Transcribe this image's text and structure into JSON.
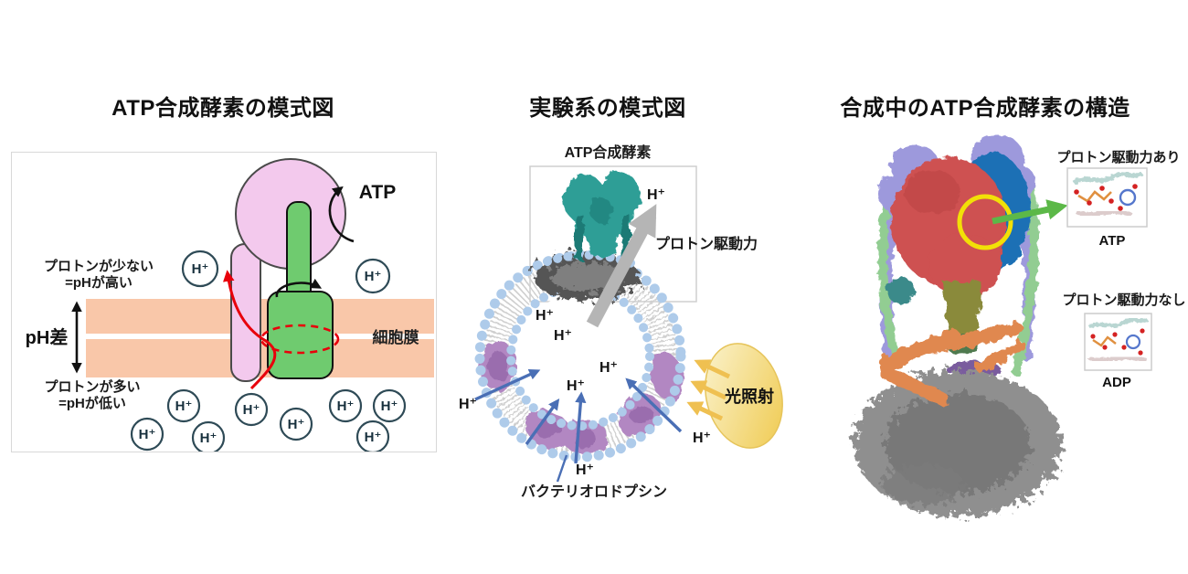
{
  "colors": {
    "membrane": "#F9C7A9",
    "pink": "#F3C9ED",
    "green": "#6FCB6F",
    "red": "#E8000B",
    "ink": "#111111",
    "teal": "#2E9E96",
    "teal_dark": "#1E7A74",
    "bead": "#AECBEA",
    "tail": "#CFCFCF",
    "br_purple": "#B287C2",
    "br_purple_dark": "#8E5FA3",
    "blue_arrow": "#4A6FB5",
    "gray_arrow": "#B5B5B5",
    "disc_gray": "#555555",
    "light_yellow_edge": "#EFC94C",
    "highlight_yellow": "#F2E007",
    "green_arrow": "#5CB848",
    "head_red": "#CE5151",
    "ear_lavender": "#9D99DC",
    "side_green": "#92CD92",
    "deep_blue": "#1B6FB5",
    "olive": "#8A8A3A",
    "orange": "#E08850",
    "band_purple": "#7A5C9E",
    "micelle_gray": "#8F8F8F"
  },
  "panels": {
    "schematic": {
      "title": "ATP合成酵素の模式図",
      "labels": {
        "proton_few_1": "プロトンが少ない",
        "proton_few_2": "=pHが高い",
        "ph_diff": "pH差",
        "proton_many_1": "プロトンが多い",
        "proton_many_2": "=pHが低い",
        "membrane": "細胞膜",
        "atp": "ATP",
        "h_plus": "H⁺"
      }
    },
    "experiment": {
      "title": "実験系の模式図",
      "labels": {
        "atp_synthase": "ATP合成酵素",
        "h_plus": "H⁺",
        "pmf": "プロトン駆動力",
        "light": "光照射",
        "br": "バクテリオロドプシン"
      }
    },
    "structure": {
      "title": "合成中のATP合成酵素の構造",
      "inset_with": {
        "label": "プロトン駆動力あり",
        "molecule": "ATP"
      },
      "inset_without": {
        "label": "プロトン駆動力なし",
        "molecule": "ADP"
      }
    }
  }
}
